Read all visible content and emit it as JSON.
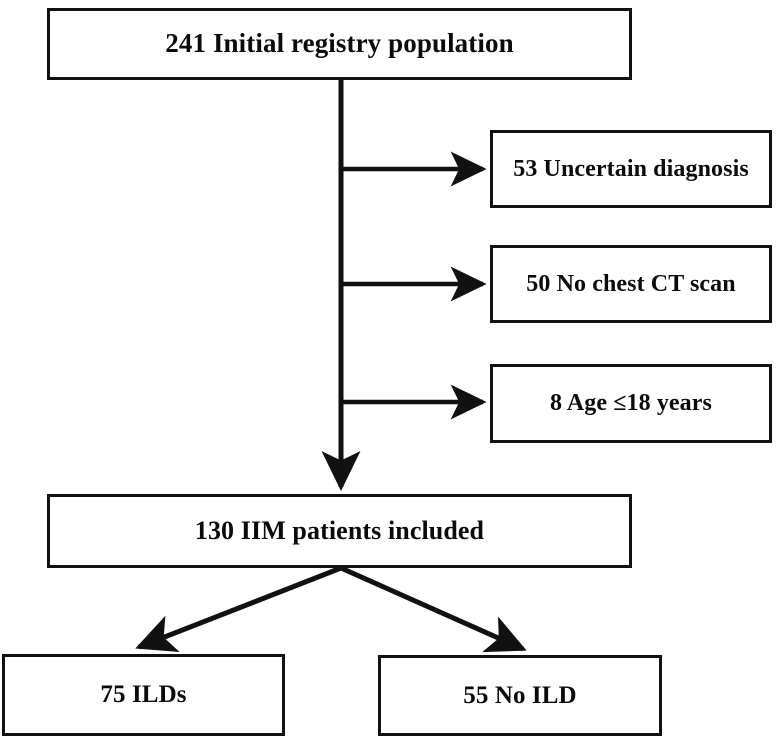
{
  "diagram": {
    "title": "IIM registry patient selection flowchart",
    "type": "flowchart",
    "background_color": "#ffffff",
    "line_color": "#111111",
    "text_color": "#0b0b0b",
    "nodes": {
      "initial": {
        "label": "241  Initial registry population",
        "count": 241
      },
      "uncertain": {
        "label": "53 Uncertain diagnosis",
        "count": 53
      },
      "no_ct": {
        "label": "50 No chest CT scan",
        "count": 50
      },
      "age": {
        "label": "8 Age ≤18 years",
        "count": 8
      },
      "included": {
        "label": "130 IIM patients included",
        "count": 130
      },
      "ild": {
        "label": "75 ILDs",
        "count": 75
      },
      "no_ild": {
        "label": "55 No ILD",
        "count": 55
      }
    },
    "edges": [
      {
        "name": "initial-to-uncertain",
        "from": "initial",
        "to": "uncertain",
        "direction": "right"
      },
      {
        "name": "initial-to-no-ct",
        "from": "initial",
        "to": "no_ct",
        "direction": "right"
      },
      {
        "name": "initial-to-age",
        "from": "initial",
        "to": "age",
        "direction": "right"
      },
      {
        "name": "initial-to-included",
        "from": "initial",
        "to": "included",
        "direction": "down"
      },
      {
        "name": "included-to-ild",
        "from": "included",
        "to": "ild",
        "direction": "down-left"
      },
      {
        "name": "included-to-no-ild",
        "from": "included",
        "to": "no_ild",
        "direction": "down-right"
      }
    ]
  }
}
